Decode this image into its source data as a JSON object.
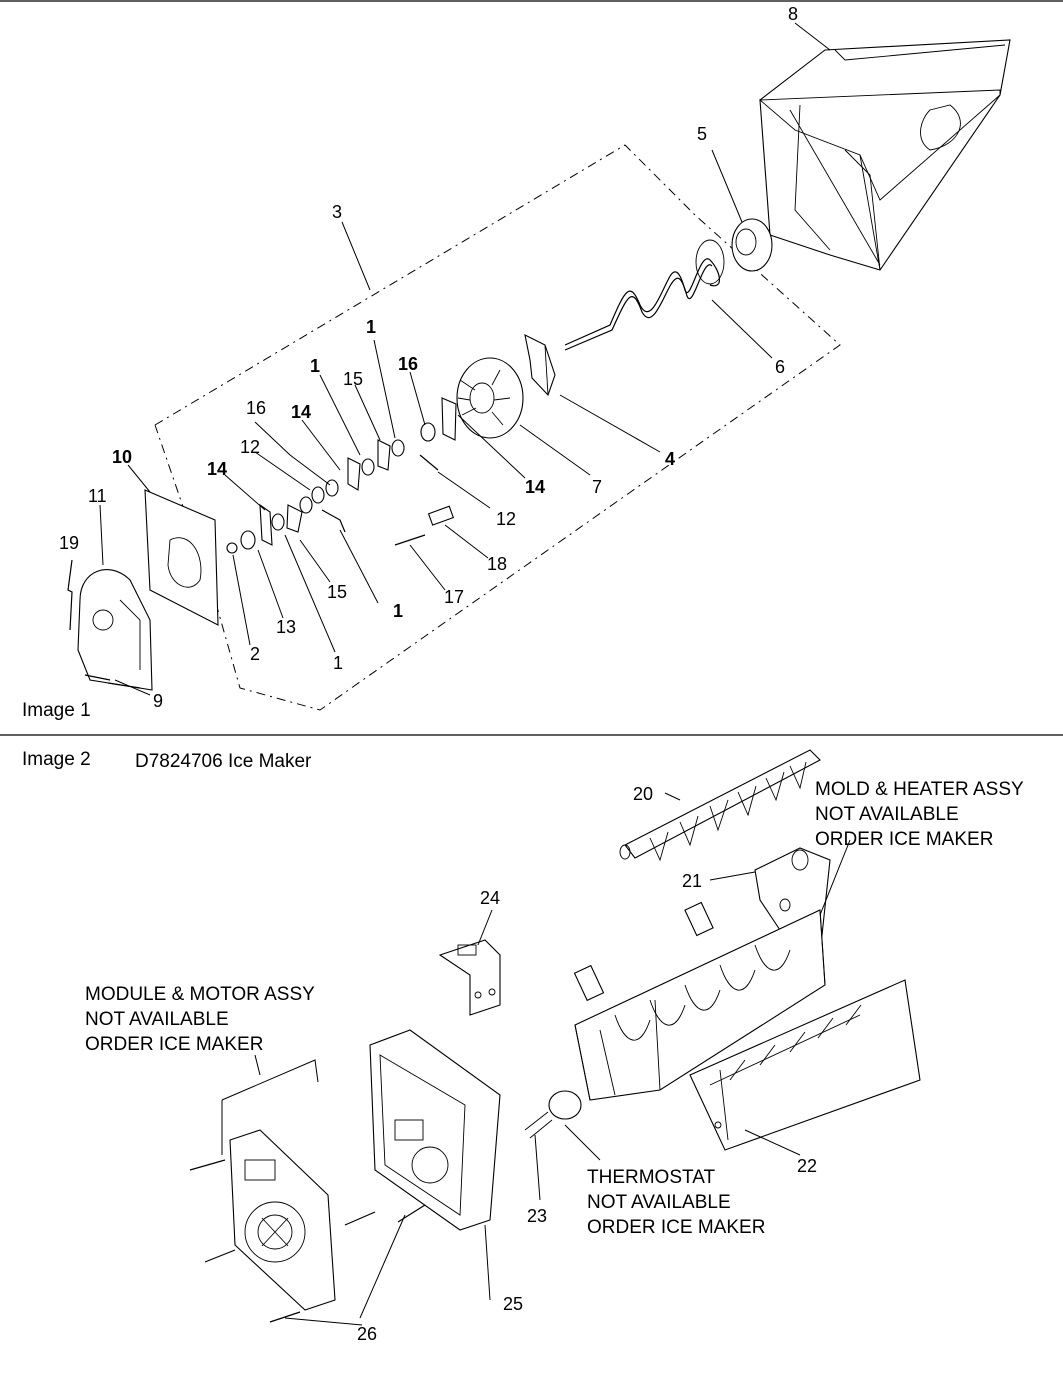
{
  "image1": {
    "caption": "Image 1",
    "callouts": {
      "c1a": "1",
      "c1b": "1",
      "c1c": "1",
      "c1d": "1",
      "c2": "2",
      "c3": "3",
      "c4": "4",
      "c5": "5",
      "c6": "6",
      "c7": "7",
      "c8": "8",
      "c9": "9",
      "c10": "10",
      "c11": "11",
      "c12a": "12",
      "c12b": "12",
      "c13": "13",
      "c14a": "14",
      "c14b": "14",
      "c14c": "14",
      "c15a": "15",
      "c15b": "15",
      "c16a": "16",
      "c16b": "16",
      "c17": "17",
      "c18": "18",
      "c19": "19"
    }
  },
  "image2": {
    "caption": "Image 2",
    "title": "D7824706 Ice Maker",
    "callouts": {
      "c20": "20",
      "c21": "21",
      "c22": "22",
      "c23": "23",
      "c24": "24",
      "c25": "25",
      "c26": "26"
    },
    "notes": {
      "mold": [
        "MOLD & HEATER ASSY",
        "NOT AVAILABLE",
        "ORDER ICE MAKER"
      ],
      "module": [
        "MODULE & MOTOR ASSY",
        "NOT AVAILABLE",
        "ORDER ICE MAKER"
      ],
      "thermostat": [
        "THERMOSTAT",
        "NOT AVAILABLE",
        "ORDER ICE MAKER"
      ]
    }
  }
}
